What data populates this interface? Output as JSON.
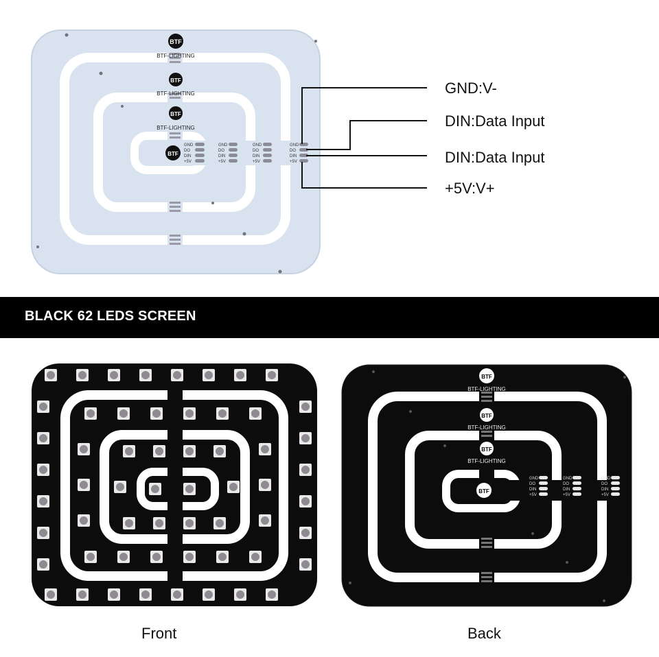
{
  "brand": "BTF-LIGHTING",
  "pins": [
    "GND",
    "DO",
    "DIN",
    "+5V"
  ],
  "callouts": {
    "gnd": "GND:V-",
    "din1": "DIN:Data Input",
    "din2": "DIN:Data Input",
    "vcc": "+5V:V+"
  },
  "banner": "BLACK 62 LEDS SCREEN",
  "captions": {
    "front": "Front",
    "back": "Back"
  },
  "colors": {
    "pcb_white": "#d9e3ef",
    "pcb_black": "#0c0c0c",
    "gap": "#ffffff",
    "led_body": "#e9e9e9",
    "led_core": "#8f8a92"
  }
}
